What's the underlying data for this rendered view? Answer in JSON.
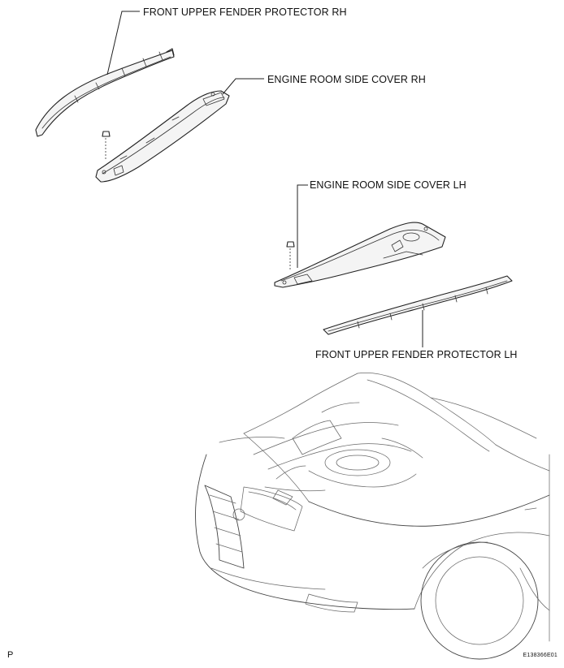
{
  "labels": {
    "front_upper_fender_protector_rh": "FRONT UPPER FENDER PROTECTOR RH",
    "engine_room_side_cover_rh": "ENGINE ROOM SIDE COVER RH",
    "engine_room_side_cover_lh": "ENGINE ROOM SIDE COVER LH",
    "front_upper_fender_protector_lh": "FRONT UPPER FENDER PROTECTOR LH"
  },
  "corner": {
    "left": "P",
    "right": "E138366E01"
  }
}
